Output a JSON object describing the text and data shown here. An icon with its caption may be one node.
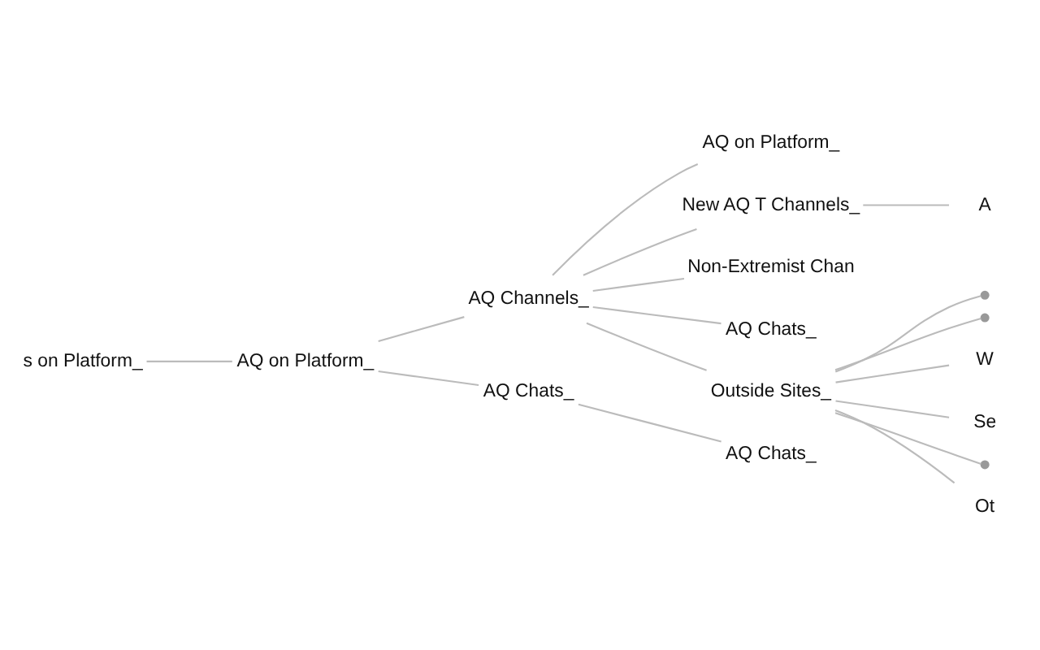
{
  "diagram": {
    "nodes": [
      {
        "text": [
          "s on Platform_"
        ]
      },
      {
        "text": [
          "AQ on Platform_"
        ]
      },
      {
        "text": [
          "AQ Channels_"
        ]
      },
      {
        "text": [
          "AQ Chats_"
        ]
      },
      {
        "text": [
          "AQ on Platform_"
        ]
      },
      {
        "text": [
          "New AQ T Channels_"
        ]
      },
      {
        "text": [
          "A"
        ]
      },
      {
        "text": [
          "Non-Extremist Chan"
        ]
      },
      {
        "text": [
          "AQ Chats_"
        ]
      },
      {
        "text": [
          "Outside Sites_"
        ]
      },
      {
        "text": [],
        "shape": "circle"
      },
      {
        "text": [],
        "shape": "circle"
      },
      {
        "text": [
          "W"
        ]
      },
      {
        "text": [
          "Se"
        ]
      },
      {
        "text": [],
        "shape": "circle"
      },
      {
        "text": [
          "Ot"
        ]
      },
      {
        "text": [
          "AQ Chats_"
        ]
      }
    ],
    "edges": [
      {
        "from": 0,
        "to": 1,
        "arrow": "none"
      },
      {
        "from": 1,
        "to": 2,
        "arrow": "none"
      },
      {
        "from": 1,
        "to": 3,
        "arrow": "none"
      },
      {
        "from": 2,
        "to": 4,
        "arrow": "none"
      },
      {
        "from": 2,
        "to": 5,
        "arrow": "none"
      },
      {
        "from": 5,
        "to": 6,
        "arrow": "none"
      },
      {
        "from": 2,
        "to": 7,
        "arrow": "none"
      },
      {
        "from": 2,
        "to": 8,
        "arrow": "none"
      },
      {
        "from": 2,
        "to": 9,
        "arrow": "none"
      },
      {
        "from": 9,
        "to": 10,
        "arrow": "none"
      },
      {
        "from": 9,
        "to": 11,
        "arrow": "none"
      },
      {
        "from": 9,
        "to": 12,
        "arrow": "none"
      },
      {
        "from": 9,
        "to": 13,
        "arrow": "none"
      },
      {
        "from": 9,
        "to": 14,
        "arrow": "none"
      },
      {
        "from": 9,
        "to": 15,
        "arrow": "none"
      },
      {
        "from": 3,
        "to": 16,
        "arrow": "none"
      }
    ]
  }
}
